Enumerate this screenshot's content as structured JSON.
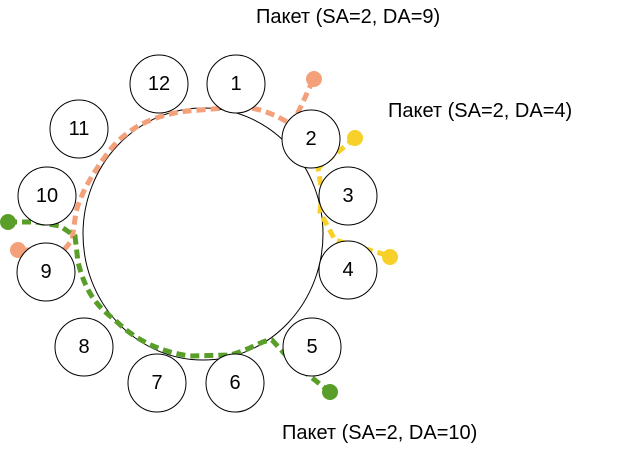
{
  "packets": [
    {
      "label": "Пакет (SA=2, DA=9)",
      "color": "#F4A07A"
    },
    {
      "label": "Пакет (SA=2, DA=4)",
      "color": "#F7D12A"
    },
    {
      "label": "Пакет (SA=2, DA=10)",
      "color": "#5A9E2A"
    }
  ],
  "nodes": [
    "1",
    "2",
    "3",
    "4",
    "5",
    "6",
    "7",
    "8",
    "9",
    "10",
    "11",
    "12"
  ],
  "colors": {
    "ring": "#000000",
    "node_fill": "#FFFFFF"
  }
}
